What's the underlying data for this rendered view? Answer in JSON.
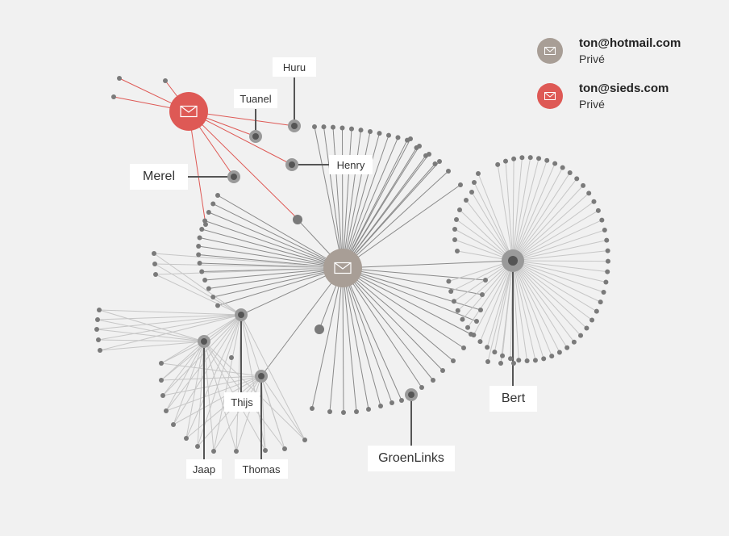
{
  "legend": [
    {
      "email": "ton@hotmail.com",
      "label": "Privé",
      "color": "#a89e96",
      "icon": "mail-icon"
    },
    {
      "email": "ton@sieds.com",
      "label": "Privé",
      "color": "#de5955",
      "icon": "mail-icon"
    }
  ],
  "labels": {
    "huru": "Huru",
    "tuanel": "Tuanel",
    "henry": "Henry",
    "merel": "Merel",
    "thijs": "Thijs",
    "jaap": "Jaap",
    "thomas": "Thomas",
    "groenlinks": "GroenLinks",
    "bert": "Bert"
  },
  "colors": {
    "background": "#f1f1f1",
    "hub_gray": "#a89e96",
    "hub_red": "#de5955",
    "node": "#7a7a7a",
    "node_dark": "#555555",
    "edge": "#8a8a8a",
    "edge_light": "#c6c6c6",
    "edge_red": "#de5955"
  }
}
